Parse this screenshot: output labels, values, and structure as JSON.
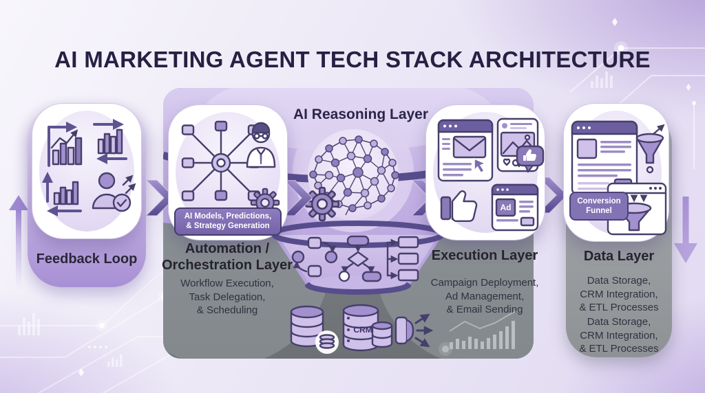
{
  "title": "AI MARKETING AGENT TECH STACK ARCHITECTURE",
  "sections": {
    "feedback": {
      "label": "Feedback Loop"
    },
    "automation": {
      "heading": "Automation / Orchestration Layer",
      "badge_lines": [
        "AI Models, Predictions,",
        "& Strategy Generation"
      ],
      "sub_lines": [
        "Workflow Execution,",
        "Task Delegation,",
        "& Scheduling"
      ]
    },
    "reasoning": {
      "label": "AI Reasoning Layer"
    },
    "execution": {
      "heading": "Execution Layer",
      "sub_lines": [
        "Campaign Deployment,",
        "Ad Management,",
        "& Email Sending"
      ],
      "ad_label": "Ad"
    },
    "data_layer": {
      "heading": "Data Layer",
      "badge_lines": [
        "Conversion",
        "Funnel"
      ],
      "sub_blocks": [
        [
          "Data Storage,",
          "CRM Integration,",
          "& ETL Processes"
        ],
        [
          "Data Storage,",
          "CRM Integration,",
          "& ETL Processes"
        ]
      ]
    },
    "pipeline": {
      "crm_label": "CRM"
    }
  },
  "icons": {
    "feedback_card": [
      "bar-chart-trend-arrow-icon",
      "bar-chart-cycle-arrows-icon",
      "bar-chart-up-left-arrows-icon",
      "person-approved-icon"
    ],
    "automation_card": [
      "network-hub-icon",
      "scientist-icon",
      "gear-icon"
    ],
    "reasoning": [
      "neural-network-brain-icon",
      "gear-icon"
    ],
    "funnel": [
      "workflow-cycle-icon",
      "workflow-decision-icon",
      "workflow-sequence-icon"
    ],
    "pipeline": [
      "database-icon",
      "coins-icon",
      "crm-database-icon",
      "data-distribution-arrows-icon",
      "growth-chart-watermark"
    ],
    "execution_card": [
      "email-browser-icon",
      "social-post-icon",
      "thumbs-up-icon",
      "ad-browser-icon"
    ],
    "data_card": [
      "browser-content-icon",
      "filter-funnel-icon",
      "funnel-window-icon"
    ],
    "flow_arrows": [
      "chevron-right-arrow",
      "chevron-right-arrow",
      "chevron-right-arrow",
      "chevron-right-arrow",
      "up-arrow",
      "down-arrow"
    ]
  },
  "colors": {
    "background_lavender": "#e9e3f5",
    "title": "#262143",
    "accent_purple": "#8a76c4",
    "deep_purple": "#574d8c",
    "panel_gray": "#7c8184",
    "card_gray": "#989c9f",
    "badge_purple": "#7f6eb2",
    "card_white": "#ffffff"
  }
}
